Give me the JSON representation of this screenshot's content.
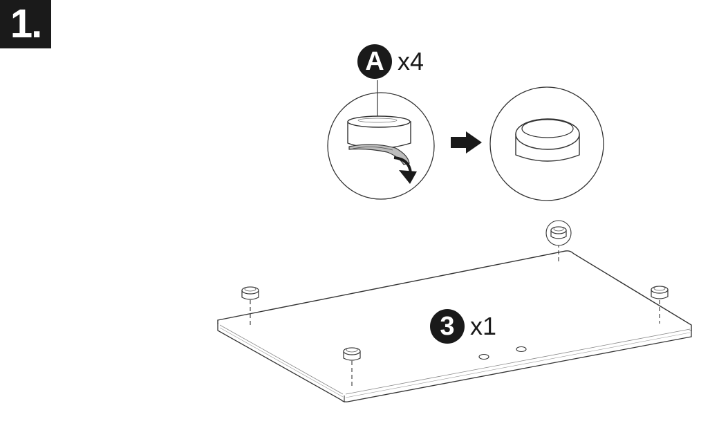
{
  "step": {
    "number": "1."
  },
  "part_a": {
    "letter": "A",
    "quantity": "x4"
  },
  "part_3": {
    "number": "3",
    "quantity": "x1"
  },
  "colors": {
    "ink": "#1a1a1a",
    "line": "#333333",
    "paper": "#ffffff",
    "shade": "#cfcfcf"
  }
}
